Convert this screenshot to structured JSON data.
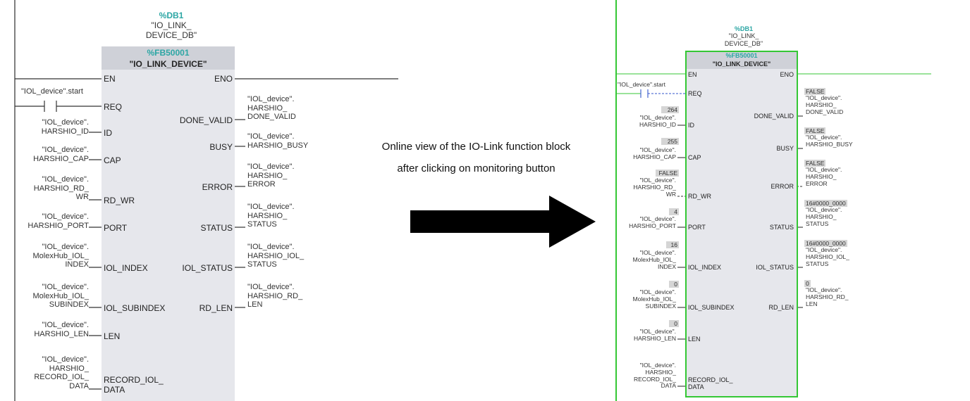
{
  "colors": {
    "accent_teal": "#2ca6a4",
    "online_green": "#34c734",
    "block_fill": "#e6e7ec",
    "block_header": "#cfd1d8",
    "value_box": "#d5d5d5"
  },
  "caption": {
    "line1": "Online view of the IO-Link function block",
    "line2": "after clicking on monitoring button"
  },
  "arrow_icon": "right-arrow",
  "offline": {
    "db_number": "%DB1",
    "db_name": "\"IO_LINK_\nDEVICE_DB\"",
    "fb_number": "%FB50001",
    "fb_name": "\"IO_LINK_DEVICE\"",
    "contact_label": "\"IOL_device\".start",
    "inputs": {
      "en": "EN",
      "req": "REQ",
      "id": "ID",
      "cap": "CAP",
      "rd_wr": "RD_WR",
      "port": "PORT",
      "iol_index": "IOL_INDEX",
      "iol_subindex": "IOL_SUBINDEX",
      "len": "LEN",
      "record": "RECORD_IOL_\nDATA"
    },
    "outputs": {
      "eno": "ENO",
      "done_valid": "DONE_VALID",
      "busy": "BUSY",
      "error": "ERROR",
      "status": "STATUS",
      "iol_status": "IOL_STATUS",
      "rd_len": "RD_LEN"
    },
    "in_vars": {
      "id": "\"IOL_device\".\nHARSHIO_ID",
      "cap": "\"IOL_device\".\nHARSHIO_CAP",
      "rd_wr": "\"IOL_device\".\nHARSHIO_RD_\nWR",
      "port": "\"IOL_device\".\nHARSHIO_PORT",
      "iol_index": "\"IOL_device\".\nMolexHub_IOL_\nINDEX",
      "iol_subindex": "\"IOL_device\".\nMolexHub_IOL_\nSUBINDEX",
      "len": "\"IOL_device\".\nHARSHIO_LEN",
      "record": "\"IOL_device\".\nHARSHIO_\nRECORD_IOL_\nDATA"
    },
    "out_vars": {
      "done_valid": "\"IOL_device\".\nHARSHIO_\nDONE_VALID",
      "busy": "\"IOL_device\".\nHARSHIO_BUSY",
      "error": "\"IOL_device\".\nHARSHIO_\nERROR",
      "status": "\"IOL_device\".\nHARSHIO_\nSTATUS",
      "iol_status": "\"IOL_device\".\nHARSHIO_IOL_\nSTATUS",
      "rd_len": "\"IOL_device\".\nHARSHIO_RD_\nLEN"
    }
  },
  "online": {
    "db_number": "%DB1",
    "db_name": "\"IO_LINK_\nDEVICE_DB\"",
    "fb_number": "%FB50001",
    "fb_name": "\"IO_LINK_DEVICE\"",
    "contact_label": "\"IOL_device\".start",
    "inputs": {
      "en": "EN",
      "req": "REQ",
      "id": "ID",
      "cap": "CAP",
      "rd_wr": "RD_WR",
      "port": "PORT",
      "iol_index": "IOL_INDEX",
      "iol_subindex": "IOL_SUBINDEX",
      "len": "LEN",
      "record": "RECORD_IOL_\nDATA"
    },
    "outputs": {
      "eno": "ENO",
      "done_valid": "DONE_VALID",
      "busy": "BUSY",
      "error": "ERROR",
      "status": "STATUS",
      "iol_status": "IOL_STATUS",
      "rd_len": "RD_LEN"
    },
    "in_values": {
      "id": "264",
      "cap": "255",
      "rd_wr": "FALSE",
      "port": "4",
      "iol_index": "16",
      "iol_subindex": "0",
      "len": "0"
    },
    "in_vars": {
      "id": "\"IOL_device\".\nHARSHIO_ID",
      "cap": "\"IOL_device\".\nHARSHIO_CAP",
      "rd_wr": "\"IOL_device\".\nHARSHIO_RD_\nWR",
      "port": "\"IOL_device\".\nHARSHIO_PORT",
      "iol_index": "\"IOL_device\".\nMolexHub_IOL_\nINDEX",
      "iol_subindex": "\"IOL_device\".\nMolexHub_IOL_\nSUBINDEX",
      "len": "\"IOL_device\".\nHARSHIO_LEN",
      "record": "\"IOL_device\".\nHARSHIO_\nRECORD_IOL_\nDATA"
    },
    "out_values": {
      "done_valid": "FALSE",
      "busy": "FALSE",
      "error": "FALSE",
      "status": "16#0000_0000",
      "iol_status": "16#0000_0000",
      "rd_len": "0"
    },
    "out_vars": {
      "done_valid": "\"IOL_device\".\nHARSHIO_\nDONE_VALID",
      "busy": "\"IOL_device\".\nHARSHIO_BUSY",
      "error": "\"IOL_device\".\nHARSHIO_\nERROR",
      "status": "\"IOL_device\".\nHARSHIO_\nSTATUS",
      "iol_status": "\"IOL_device\".\nHARSHIO_IOL_\nSTATUS",
      "rd_len": "\"IOL_device\".\nHARSHIO_RD_\nLEN"
    }
  }
}
